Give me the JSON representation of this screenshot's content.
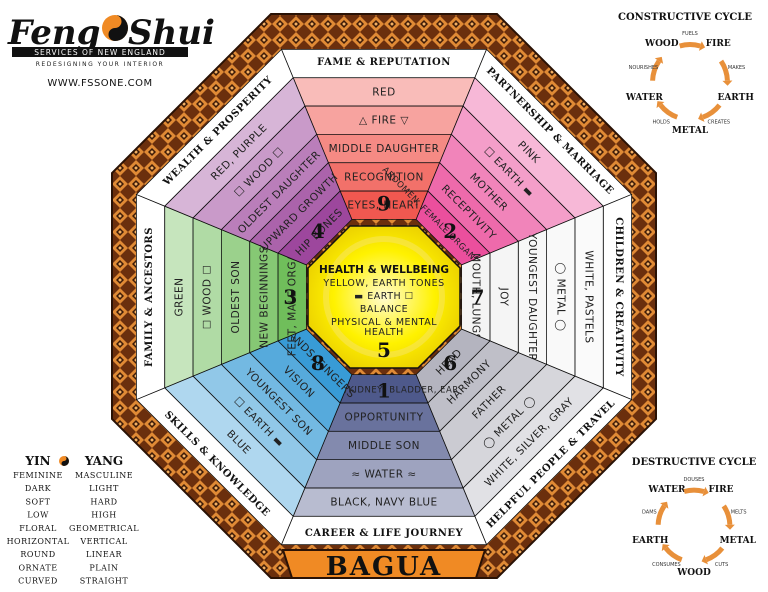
{
  "logo": {
    "brand_left": "Feng",
    "brand_right": "Shui",
    "services": "SERVICES OF NEW ENGLAND",
    "tagline": "REDESIGNING YOUR INTERIOR",
    "url": "WWW.FSSONE.COM"
  },
  "footer_title": "BAGUA",
  "center": {
    "title": "HEALTH & WELLBEING",
    "lines": [
      "YELLOW, EARTH TONES",
      "▬ EARTH ☐",
      "BALANCE",
      "PHYSICAL & MENTAL",
      "HEALTH"
    ],
    "number": "5"
  },
  "areas": [
    {
      "title": "FAME & REPUTATION",
      "number": "9",
      "lines": [
        "RED",
        "△ FIRE ▽",
        "MIDDLE DAUGHTER",
        "RECOGNITION",
        "EYES, HEART"
      ],
      "color": "#ee3f36"
    },
    {
      "title": "PARTNERSHIP & MARRIAGE",
      "number": "2",
      "lines": [
        "PINK",
        "☐ EARTH ▬",
        "MOTHER",
        "RECEPTIVITY",
        "ABDOMEN, FEMALE ORGANS, BREASTS"
      ],
      "color": "#e8358e"
    },
    {
      "title": "CHILDREN & CREATIVITY",
      "number": "7",
      "lines": [
        "WHITE, PASTELS",
        "◯ METAL ◯",
        "YOUNGEST DAUGHTER",
        "JOY",
        "MOUTH, LUNGS"
      ],
      "color": "#f2f2f2"
    },
    {
      "title": "HELPFUL PEOPLE & TRAVEL",
      "number": "6",
      "lines": [
        "WHITE, SILVER, GRAY",
        "◯ METAL ◯",
        "FATHER",
        "HARMONY",
        "HEAD"
      ],
      "color": "#a9a9b5"
    },
    {
      "title": "CAREER & LIFE JOURNEY",
      "number": "1",
      "lines": [
        "BLACK, NAVY BLUE",
        "≈ WATER ≈",
        "MIDDLE SON",
        "OPPORTUNITY",
        "BLOOD, KIDNEY, BLADDER, EAR"
      ],
      "color": "#34407a"
    },
    {
      "title": "SKILLS & KNOWLEDGE",
      "number": "8",
      "lines": [
        "BLUE",
        "☐ EARTH ▬",
        "YOUNGEST SON",
        "VISION",
        "HANDS, FINGERS"
      ],
      "color": "#1a8cd0"
    },
    {
      "title": "FAMILY & ANCESTORS",
      "number": "3",
      "lines": [
        "GREEN",
        "☐ WOOD ☐",
        "OLDEST SON",
        "NEW BEGINNINGS",
        "FEET, MALE ORGANS"
      ],
      "color": "#5bb443"
    },
    {
      "title": "WEALTH & PROSPERITY",
      "number": "4",
      "lines": [
        "RED, PURPLE",
        "☐ WOOD ☐",
        "OLDEST DAUGHTER",
        "UPWARD GROWTH",
        "HIP BONES"
      ],
      "color": "#8e2c8e"
    }
  ],
  "constructive": {
    "title": "CONSTRUCTIVE CYCLE",
    "elements": [
      "FIRE",
      "EARTH",
      "METAL",
      "WATER",
      "WOOD"
    ],
    "verbs": [
      "MAKES",
      "CREATES",
      "HOLDS",
      "NOURISHES",
      "FUELS"
    ]
  },
  "destructive": {
    "title": "DESTRUCTIVE CYCLE",
    "elements": [
      "FIRE",
      "METAL",
      "WOOD",
      "EARTH",
      "WATER"
    ],
    "verbs": [
      "MELTS",
      "CUTS",
      "CONSUMES",
      "DAMS",
      "DOUSES"
    ]
  },
  "yinyang": {
    "yin_title": "YIN",
    "yang_title": "YANG",
    "yin": [
      "FEMININE",
      "DARK",
      "SOFT",
      "LOW",
      "FLORAL",
      "HORIZONTAL",
      "ROUND",
      "ORNATE",
      "CURVED"
    ],
    "yang": [
      "MASCULINE",
      "LIGHT",
      "HARD",
      "HIGH",
      "GEOMETRICAL",
      "VERTICAL",
      "LINEAR",
      "PLAIN",
      "STRAIGHT"
    ]
  },
  "colors": {
    "border_pattern": "#8a3e14",
    "border_light": "#e8923a",
    "center_yellow": "#fff200",
    "arrow_orange": "#e8903a"
  }
}
